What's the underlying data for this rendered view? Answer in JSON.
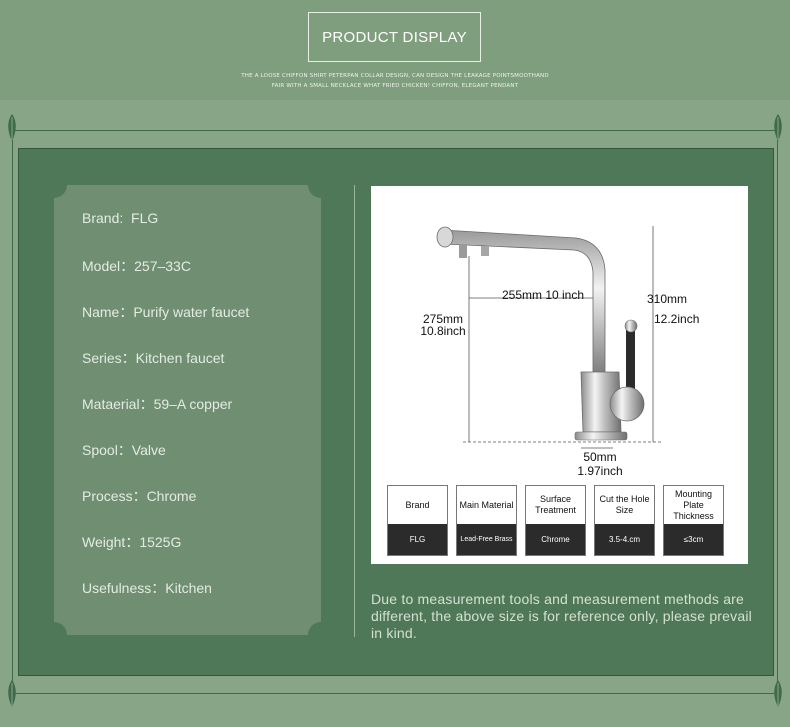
{
  "header": {
    "title": "PRODUCT DISPLAY",
    "subtitle_line1": "THE A LOOSE CHIFFON SHIRT PETERPAN COLLAR DESIGN, CAN DESIGN THE LEAKAGE POINTSMOOTHAND",
    "subtitle_line2": "FAIR WITH A SMALL NECKLACE WHAT FRIED CHICKEN! CHIFFON, ELEGANT PENDANT"
  },
  "specs": [
    "Brand:  FLG",
    "Model：257–33C",
    "Name：Purify water faucet",
    "Series：Kitchen faucet",
    "Mataerial：59–A copper",
    "Spool：Valve",
    "Process：Chrome",
    "Weight：1525G",
    "Usefulness：Kitchen"
  ],
  "dimensions": {
    "spout": "255mm 10 inch",
    "height_mm": "275mm",
    "height_in": "10.8inch",
    "total_mm": "310mm",
    "total_in": "12.2inch",
    "base_mm": "50mm",
    "base_in": "1.97inch"
  },
  "attributes": [
    {
      "label": "Brand",
      "value": "FLG"
    },
    {
      "label": "Main Material",
      "value": "Lead-Free Brass"
    },
    {
      "label": "Surface Treatment",
      "value": "Chrome"
    },
    {
      "label": "Cut the Hole Size",
      "value": "3.5-4.cm"
    },
    {
      "label": "Mounting Plate Thickness",
      "value": "≤3cm"
    }
  ],
  "note": "Due to measurement tools and measurement methods are different, the above size is for reference only, please prevail in kind.",
  "colors": {
    "header_bg": "#7e9e7d",
    "panel_bg": "#4f7858",
    "card_bg": "#6f8e72",
    "text_light": "#e4ece2"
  }
}
